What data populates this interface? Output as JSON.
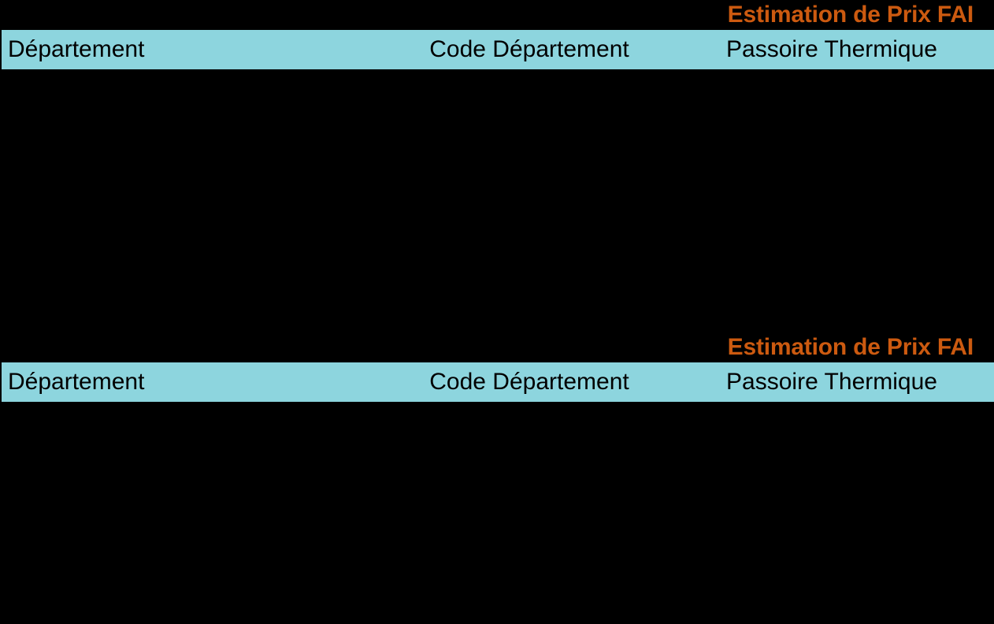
{
  "theme": {
    "background": "#000000",
    "header_band": "#8DD5DE",
    "title_color": "#CC5A10",
    "header_text_color": "#000000"
  },
  "tables": [
    {
      "title": "Estimation de Prix FAI",
      "columns": [
        {
          "label": "Département"
        },
        {
          "label": "Code Département"
        },
        {
          "label": "Passoire Thermique"
        }
      ],
      "rows": []
    },
    {
      "title": "Estimation de Prix FAI",
      "columns": [
        {
          "label": "Département"
        },
        {
          "label": "Code Département"
        },
        {
          "label": "Passoire Thermique"
        }
      ],
      "rows": []
    }
  ]
}
